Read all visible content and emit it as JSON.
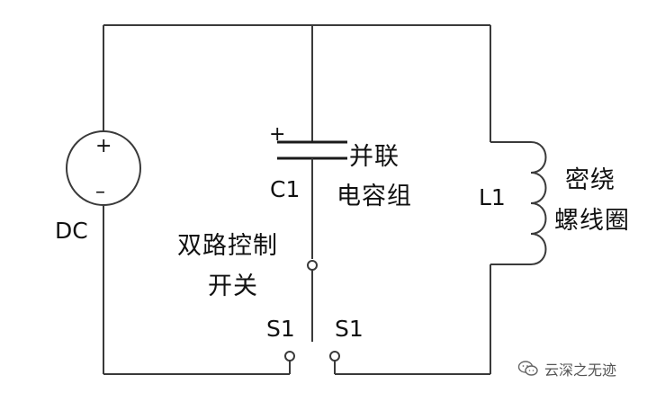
{
  "diagram": {
    "source": {
      "plus": "+",
      "minus": "–",
      "name": "DC"
    },
    "capacitor": {
      "plus": "+",
      "name": "C1",
      "description_line1": "并联",
      "description_line2": "电容组"
    },
    "inductor": {
      "name": "L1",
      "description_line1": "密绕",
      "description_line2": "螺线圈"
    },
    "switch": {
      "description_line1": "双路控制",
      "description_line2": "开关",
      "left_terminal": "S1",
      "right_terminal": "S1"
    }
  },
  "watermark": {
    "text": "云深之无迹",
    "icon": "wechat-bubble-icon"
  },
  "colors": {
    "wire": "#3a3a3a",
    "text": "#111111",
    "watermark": "#555555"
  }
}
